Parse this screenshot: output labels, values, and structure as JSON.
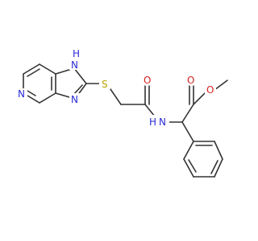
{
  "molecule": {
    "atoms": {
      "nh_ring": {
        "main": "N",
        "sub": "H",
        "color": "#2a2ad6"
      },
      "n_ring": {
        "text": "N",
        "color": "#2a2ad6"
      },
      "n_pyridine": {
        "text": "N",
        "color": "#2a2ad6"
      },
      "s": {
        "text": "S",
        "color": "#b8a000"
      },
      "o_amide": {
        "text": "O",
        "color": "#d62020"
      },
      "nh_amide": {
        "text": "H",
        "sub": "N",
        "color": "#2a2ad6"
      },
      "o_ester_carbonyl": {
        "text": "O",
        "color": "#d62020"
      },
      "o_ester": {
        "text": "O",
        "color": "#d62020"
      }
    }
  }
}
